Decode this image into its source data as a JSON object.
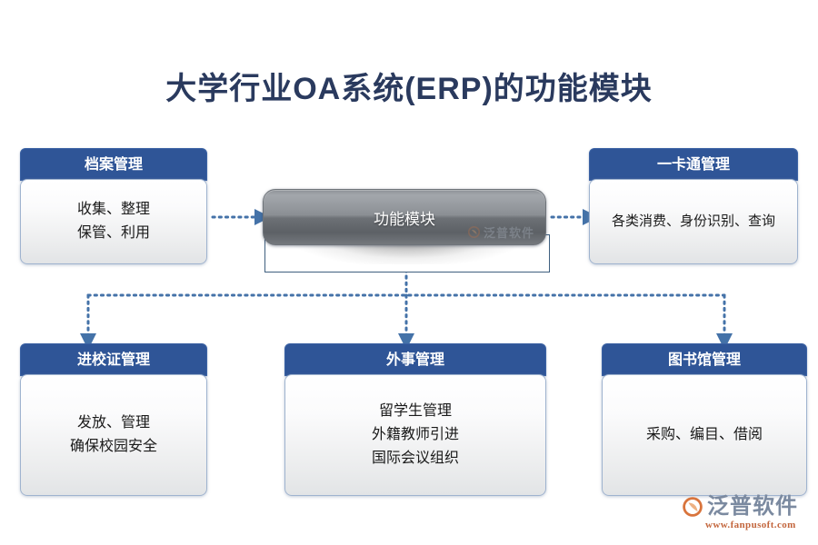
{
  "page": {
    "title": "大学行业OA系统(ERP)的功能模块",
    "background": "#ffffff",
    "accent_header": "#2f5597",
    "title_color": "#2a3a5e",
    "connector_color": "#4472a8"
  },
  "hub": {
    "label": "功能模块",
    "watermark_text": "泛普软件"
  },
  "cards": {
    "archive": {
      "header": "档案管理",
      "lines": [
        "收集、整理",
        "保管、利用"
      ]
    },
    "onecard": {
      "header": "一卡通管理",
      "lines": [
        "各类消费、身份识别、查询"
      ]
    },
    "entrypass": {
      "header": "进校证管理",
      "lines": [
        "发放、管理",
        "确保校园安全"
      ]
    },
    "foreign": {
      "header": "外事管理",
      "lines": [
        "留学生管理",
        "外籍教师引进",
        "国际会议组织"
      ]
    },
    "library": {
      "header": "图书馆管理",
      "lines": [
        "采购、编目、借阅"
      ]
    }
  },
  "brand": {
    "name": "泛普软件",
    "url": "www.fanpusoft.com",
    "logo_color": "#e08a4a",
    "name_color": "#7b8aa0",
    "url_color": "#c3663d"
  }
}
